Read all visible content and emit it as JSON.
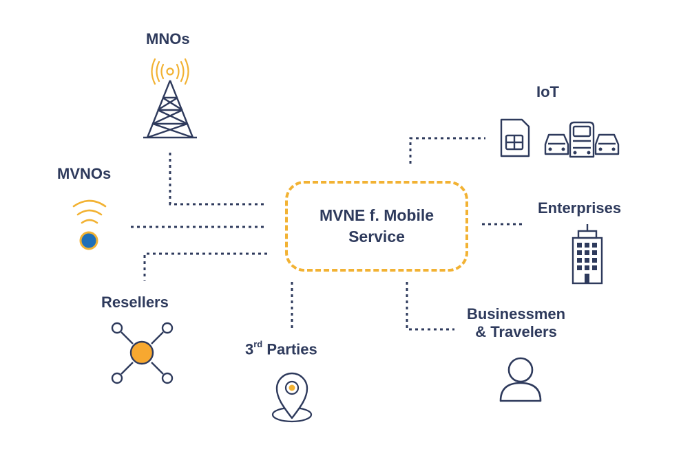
{
  "center": {
    "line1": "MVNE f. Mobile",
    "line2": "Service"
  },
  "nodes": {
    "mnos": "MNOs",
    "mvnos": "MVNOs",
    "resellers": "Resellers",
    "third_parties": {
      "base": "3",
      "sup": "rd",
      "rest": " Parties"
    },
    "businessmen": {
      "line1": "Businessmen",
      "line2": "& Travelers"
    },
    "enterprises": "Enterprises",
    "iot": "IoT"
  },
  "icons": {
    "mnos": "cell-tower-icon",
    "mvnos": "wireless-signal-icon",
    "resellers": "network-hub-icon",
    "third_parties": "location-pin-icon",
    "businessmen": "person-icon",
    "enterprises": "office-building-icon",
    "iot": [
      "sim-card-icon",
      "vehicles-icon"
    ]
  },
  "colors": {
    "text": "#2e3a5c",
    "accent": "#f2b233",
    "line": "#2e3a5c",
    "dot_blue": "#1f6fb8"
  }
}
